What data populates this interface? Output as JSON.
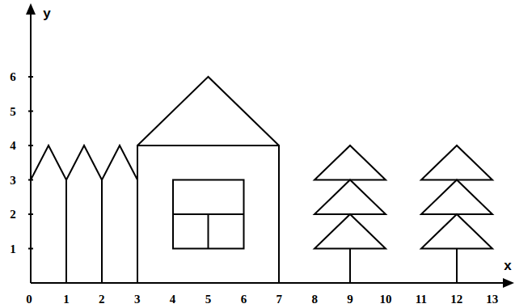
{
  "diagram": {
    "labels": [
      "y",
      "x",
      "0",
      "1",
      "2",
      "3",
      "4",
      "5",
      "6",
      "7",
      "8",
      "9",
      "10",
      "11",
      "12",
      "13",
      "1",
      "2",
      "3",
      "4",
      "5",
      "6"
    ]
  }
}
